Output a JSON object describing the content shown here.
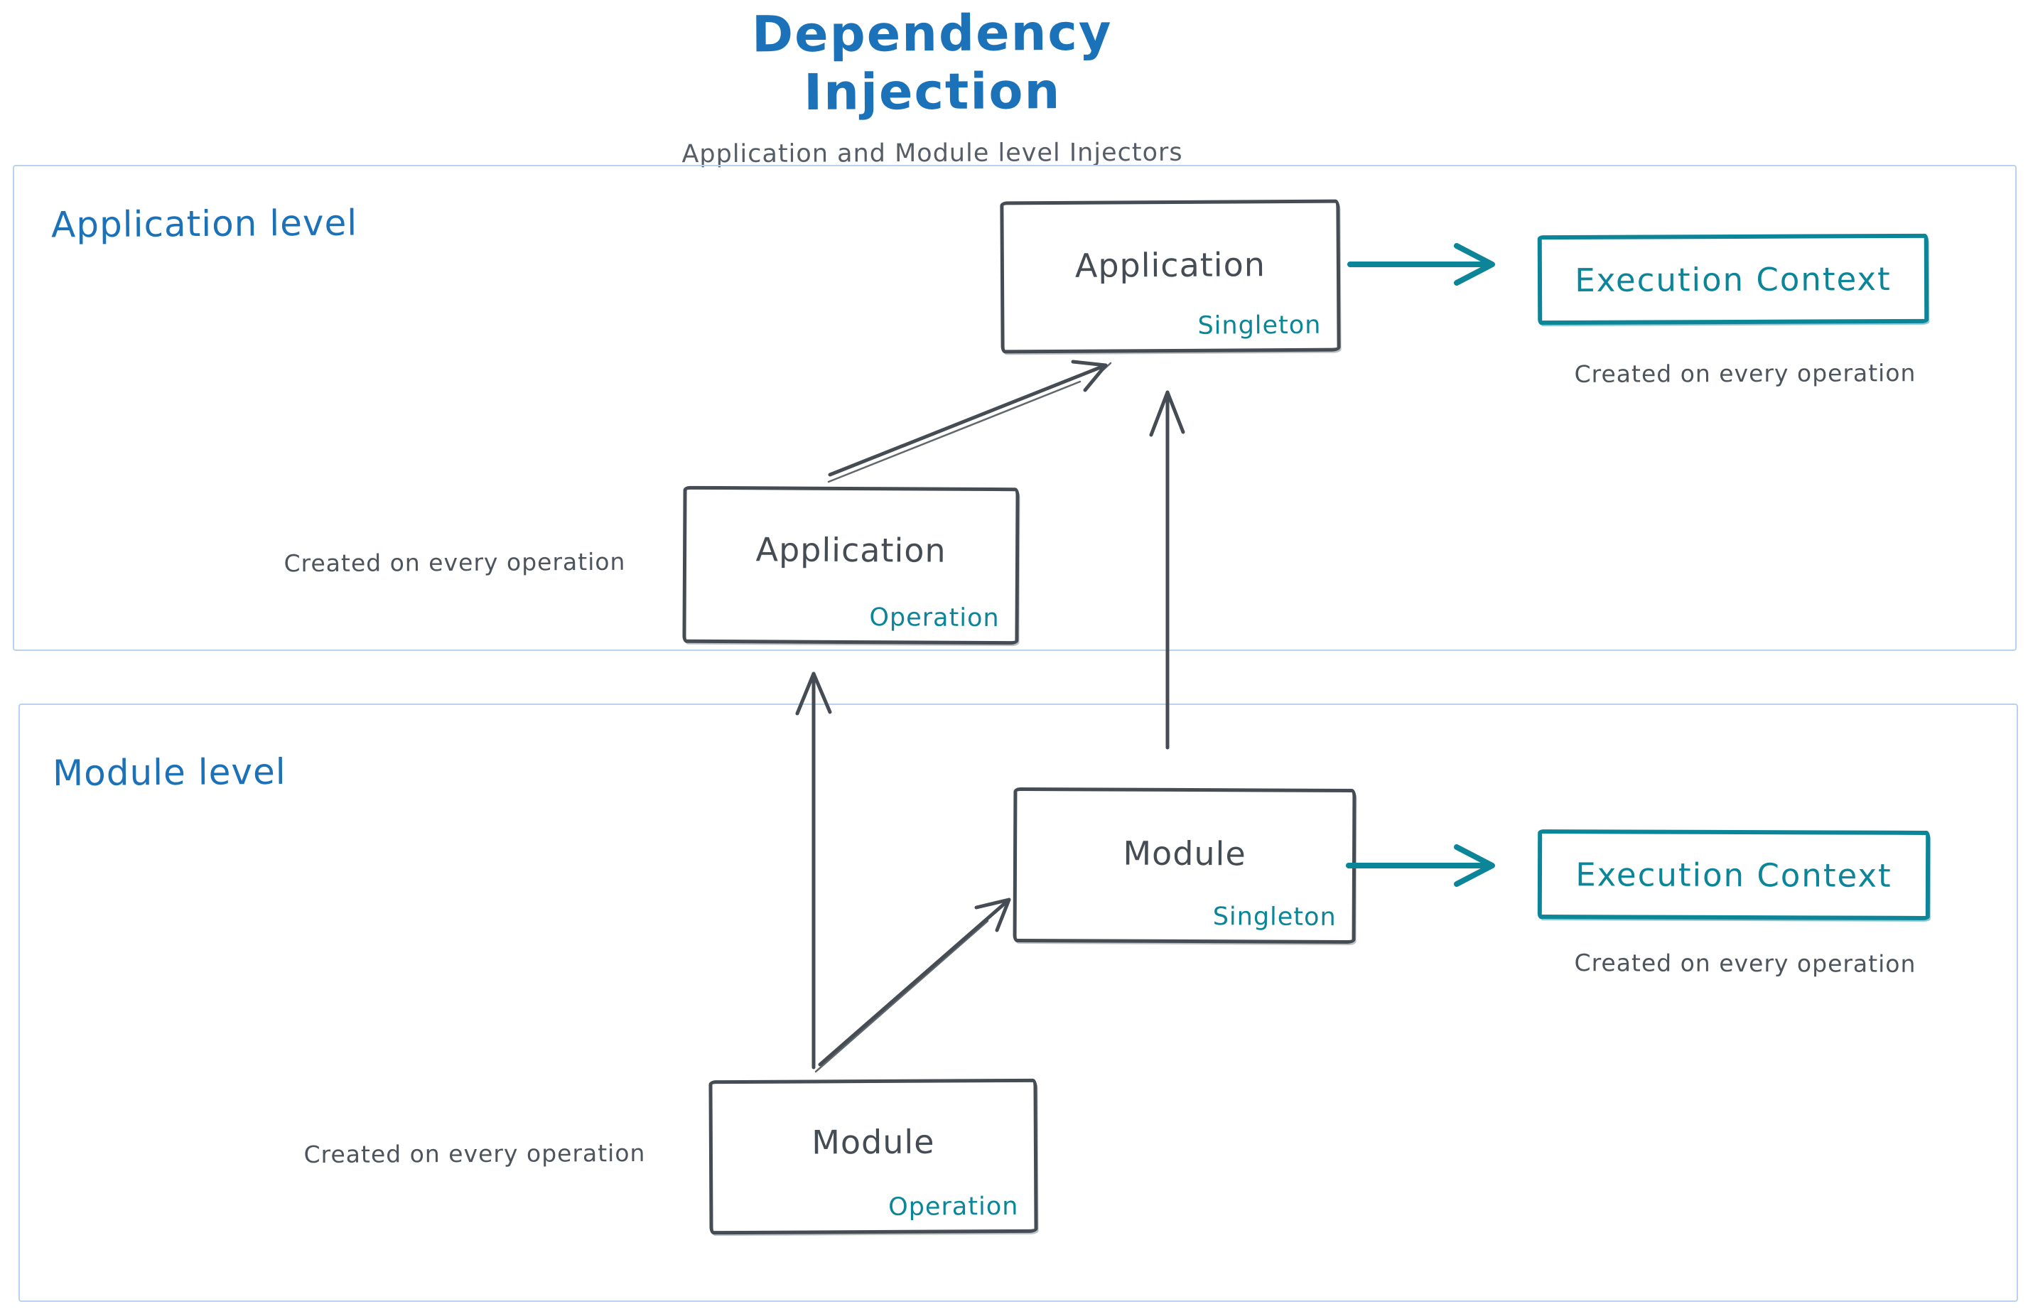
{
  "header": {
    "title": "Dependency Injection",
    "subtitle": "Application and Module level Injectors"
  },
  "colors": {
    "heading_blue": "#1b72b8",
    "teal_accent": "#0c8599",
    "dark_stroke": "#454c54",
    "caption_gray": "#4d545c",
    "section_border_blue": "#b9d3ee"
  },
  "sections": {
    "application": {
      "label": "Application level",
      "singleton_box": {
        "name": "Application",
        "scope": "Singleton"
      },
      "operation_box": {
        "name": "Application",
        "scope": "Operation",
        "caption": "Created on every operation"
      },
      "execution_context": {
        "label": "Execution Context",
        "caption": "Created on every operation"
      }
    },
    "module": {
      "label": "Module level",
      "singleton_box": {
        "name": "Module",
        "scope": "Singleton"
      },
      "operation_box": {
        "name": "Module",
        "scope": "Operation",
        "caption": "Created on every operation"
      },
      "execution_context": {
        "label": "Execution Context",
        "caption": "Created on every operation"
      }
    }
  }
}
